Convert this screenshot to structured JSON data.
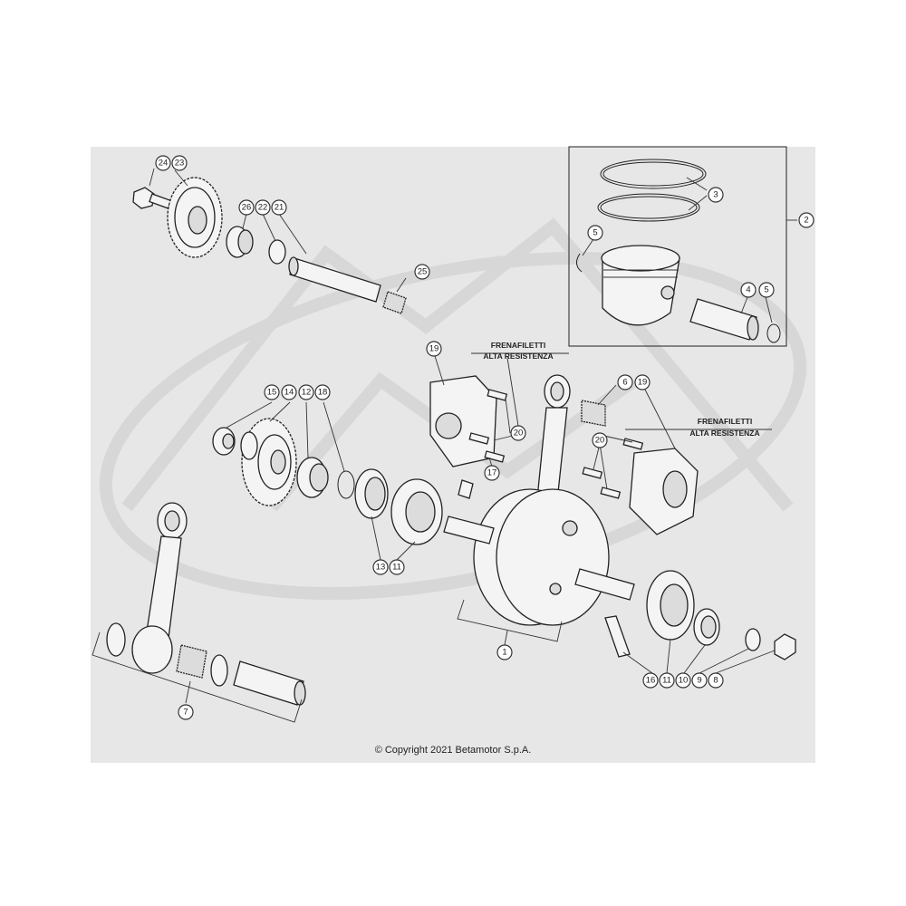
{
  "copyright": "© Copyright 2021 Betamotor S.p.A.",
  "notes": [
    "FRENAFILETTI",
    "ALTA RESISTENZA",
    "FRENAFILETTI",
    "ALTA RESISTENZA"
  ],
  "callouts": [
    "24",
    "23",
    "26",
    "22",
    "21",
    "25",
    "3",
    "2",
    "5",
    "4",
    "5",
    "19",
    "6",
    "19",
    "15",
    "14",
    "12",
    "18",
    "20",
    "20",
    "17",
    "13",
    "11",
    "1",
    "16",
    "11",
    "10",
    "9",
    "8",
    "7"
  ],
  "colors": {
    "sheet": "#e7e7e7",
    "line": "#222222",
    "watermark": "#d2d2d2"
  }
}
